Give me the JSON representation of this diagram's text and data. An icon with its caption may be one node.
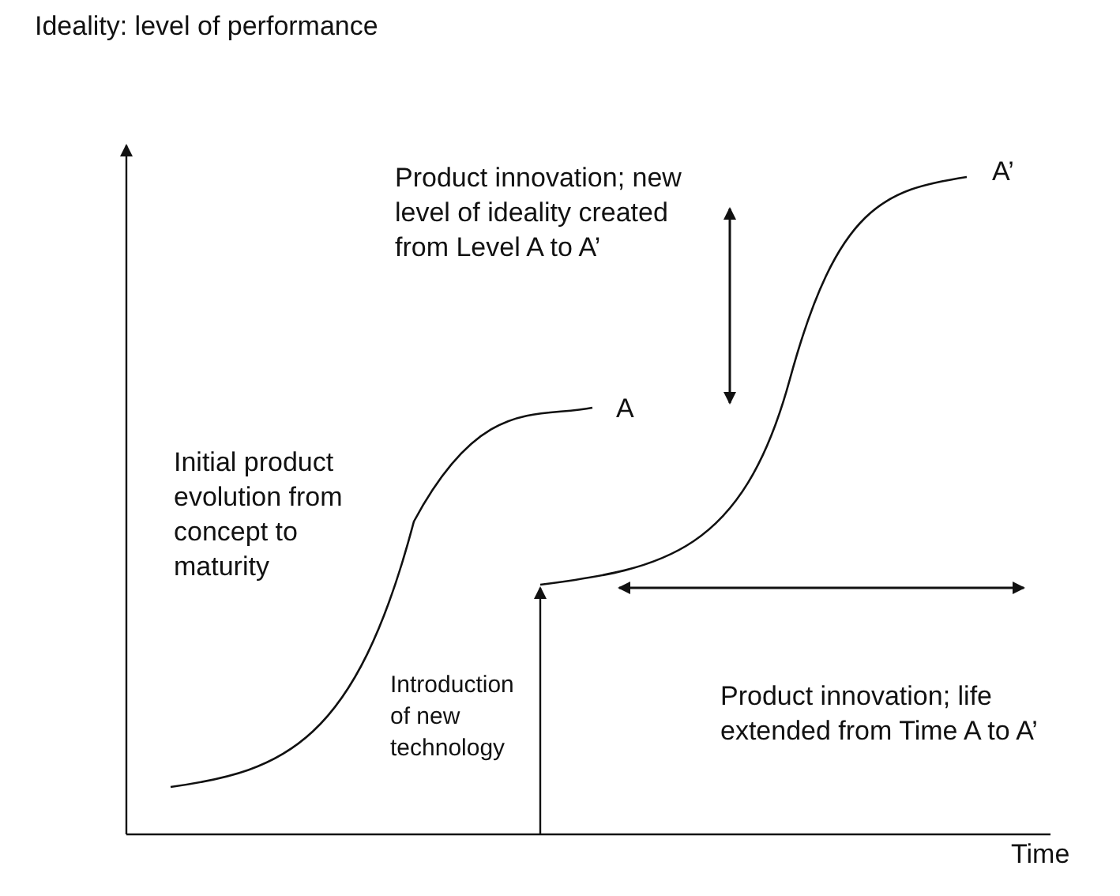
{
  "diagram": {
    "labels": [
      "Ideality: level of performance",
      "Product innovation; new level of ideality created from Level A to A’",
      "A’",
      "A",
      "Initial product evolution from concept to maturity",
      "Introduction of new technology",
      "Product innovation; life extended from Time A to A’",
      "Time"
    ]
  }
}
